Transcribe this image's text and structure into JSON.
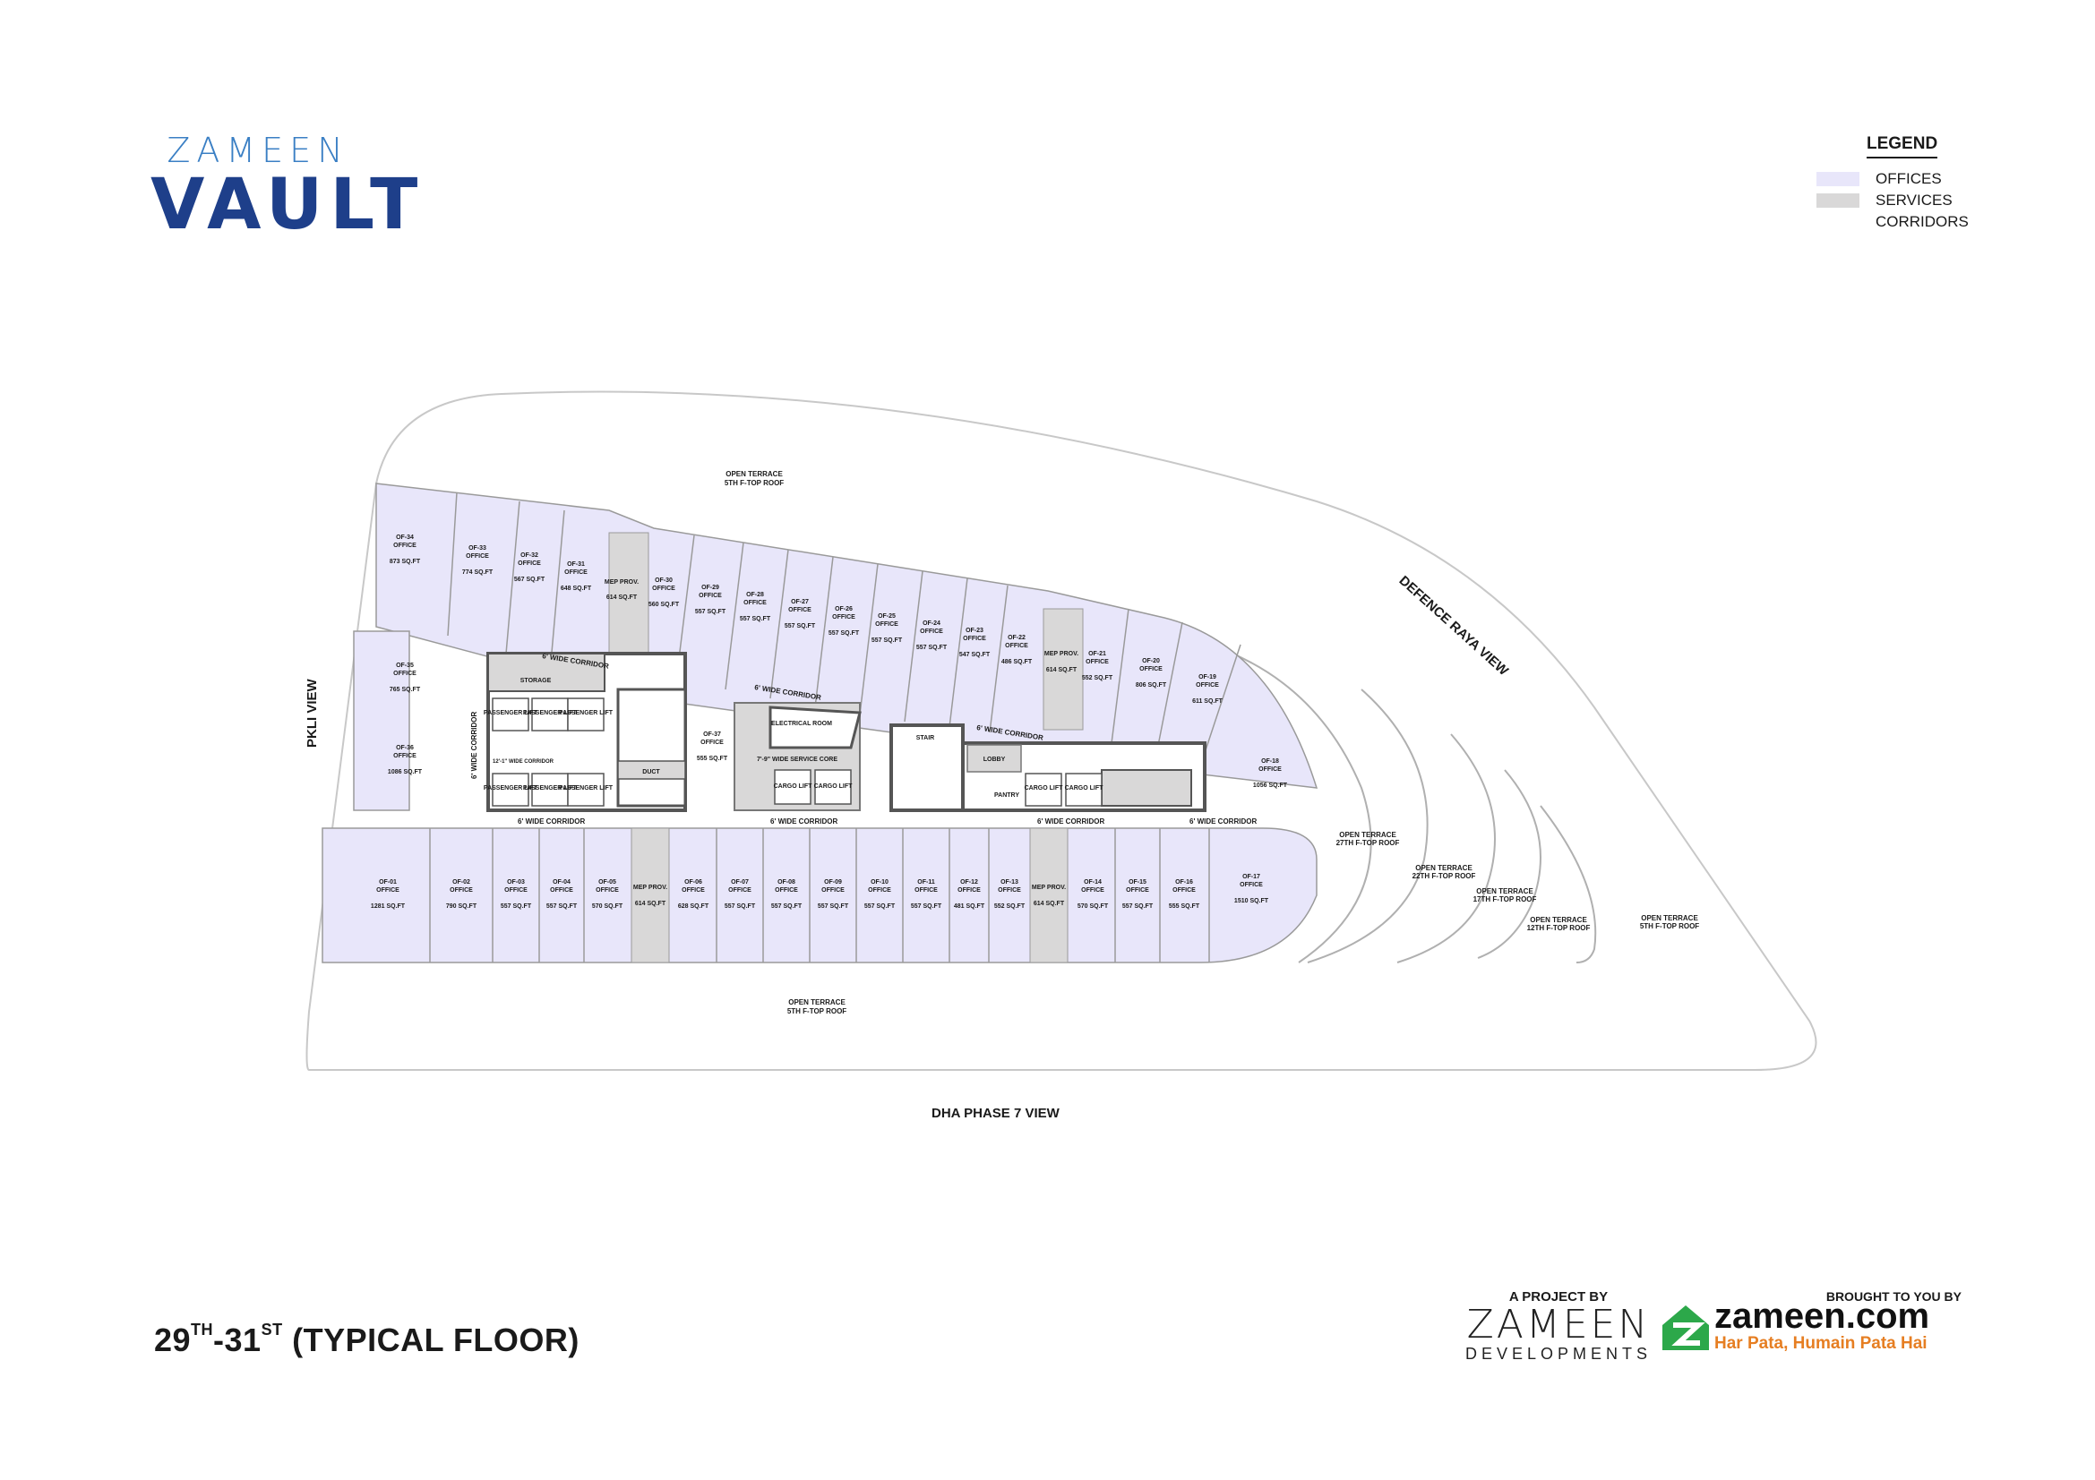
{
  "brand": {
    "logo_small": "ZAMEEN",
    "logo_big": "VAULT"
  },
  "legend": {
    "title": "LEGEND",
    "items": [
      {
        "label": "OFFICES",
        "color": "#e8e6fa"
      },
      {
        "label": "SERVICES",
        "color": "#d9d8d8"
      },
      {
        "label": "CORRIDORS",
        "color": "none"
      }
    ]
  },
  "views": {
    "north_east": "DEFENCE RAYA VIEW",
    "west": "PKLI VIEW",
    "south": "DHA PHASE 7 VIEW"
  },
  "floor_title": {
    "a": "29",
    "a_sup": "TH",
    "dash": "-31",
    "b_sup": "ST",
    "rest": " (TYPICAL FLOOR)"
  },
  "footer": {
    "project_label": "A PROJECT BY",
    "developer_main": "ZAMEEN",
    "developer_sub": "DEVELOPMENTS",
    "brought_label": "BROUGHT TO YOU BY",
    "portal_name": "zameen.com",
    "portal_tagline": "Har Pata, Humain Pata Hai"
  },
  "terraces": [
    {
      "title": "OPEN TERRACE",
      "sub": "5TH F-TOP ROOF"
    },
    {
      "title": "OPEN TERRACE",
      "sub": "5TH F-TOP ROOF"
    },
    {
      "title": "OPEN TERRACE",
      "sub": "27TH F-TOP ROOF"
    },
    {
      "title": "OPEN TERRACE",
      "sub": "22TH F-TOP ROOF"
    },
    {
      "title": "OPEN TERRACE",
      "sub": "17TH F-TOP ROOF"
    },
    {
      "title": "OPEN TERRACE",
      "sub": "12TH F-TOP ROOF"
    },
    {
      "title": "OPEN TERRACE",
      "sub": "5TH F-TOP ROOF"
    }
  ],
  "corridors": [
    "6' WIDE CORRIDOR",
    "6' WIDE CORRIDOR",
    "6' WIDE CORRIDOR",
    "6' WIDE CORRIDOR",
    "6' WIDE CORRIDOR",
    "6' WIDE CORRIDOR",
    "6' WIDE CORRIDOR",
    "6' WIDE CORRIDOR",
    "12'-1\" WIDE CORRIDOR"
  ],
  "core": {
    "storage": "STORAGE",
    "lift": "PASSENGER LIFT",
    "electrical": "ELECTRICAL ROOM",
    "service_core": "7'-9\" WIDE SERVICE CORE",
    "cargo": "CARGO LIFT",
    "duct": "DUCT",
    "stair": "STAIR",
    "lobby": "LOBBY",
    "pantry": "PANTRY"
  },
  "offices_top": [
    {
      "id": "OF-34",
      "label": "OFFICE",
      "area": "873 SQ.FT"
    },
    {
      "id": "OF-33",
      "label": "OFFICE",
      "area": "774 SQ.FT"
    },
    {
      "id": "OF-32",
      "label": "OFFICE",
      "area": "567 SQ.FT"
    },
    {
      "id": "OF-31",
      "label": "OFFICE",
      "area": "648 SQ.FT"
    },
    {
      "id": "MEP PROV.",
      "label": "",
      "area": "614 SQ.FT"
    },
    {
      "id": "OF-30",
      "label": "OFFICE",
      "area": "560 SQ.FT"
    },
    {
      "id": "OF-29",
      "label": "OFFICE",
      "area": "557 SQ.FT"
    },
    {
      "id": "OF-28",
      "label": "OFFICE",
      "area": "557 SQ.FT"
    },
    {
      "id": "OF-27",
      "label": "OFFICE",
      "area": "557 SQ.FT"
    },
    {
      "id": "OF-26",
      "label": "OFFICE",
      "area": "557 SQ.FT"
    },
    {
      "id": "OF-25",
      "label": "OFFICE",
      "area": "557 SQ.FT"
    },
    {
      "id": "OF-24",
      "label": "OFFICE",
      "area": "557 SQ.FT"
    },
    {
      "id": "OF-23",
      "label": "OFFICE",
      "area": "547 SQ.FT"
    },
    {
      "id": "OF-22",
      "label": "OFFICE",
      "area": "486 SQ.FT"
    },
    {
      "id": "MEP PROV.",
      "label": "",
      "area": "614 SQ.FT"
    },
    {
      "id": "OF-21",
      "label": "OFFICE",
      "area": "552 SQ.FT"
    },
    {
      "id": "OF-20",
      "label": "OFFICE",
      "area": "806 SQ.FT"
    },
    {
      "id": "OF-19",
      "label": "OFFICE",
      "area": "611 SQ.FT"
    }
  ],
  "offices_bottom": [
    {
      "id": "OF-01",
      "label": "OFFICE",
      "area": "1281 SQ.FT"
    },
    {
      "id": "OF-02",
      "label": "OFFICE",
      "area": "790 SQ.FT"
    },
    {
      "id": "OF-03",
      "label": "OFFICE",
      "area": "557 SQ.FT"
    },
    {
      "id": "OF-04",
      "label": "OFFICE",
      "area": "557 SQ.FT"
    },
    {
      "id": "OF-05",
      "label": "OFFICE",
      "area": "570 SQ.FT"
    },
    {
      "id": "MEP PROV.",
      "label": "",
      "area": "614 SQ.FT"
    },
    {
      "id": "OF-06",
      "label": "OFFICE",
      "area": "628 SQ.FT"
    },
    {
      "id": "OF-07",
      "label": "OFFICE",
      "area": "557 SQ.FT"
    },
    {
      "id": "OF-08",
      "label": "OFFICE",
      "area": "557 SQ.FT"
    },
    {
      "id": "OF-09",
      "label": "OFFICE",
      "area": "557 SQ.FT"
    },
    {
      "id": "OF-10",
      "label": "OFFICE",
      "area": "557 SQ.FT"
    },
    {
      "id": "OF-11",
      "label": "OFFICE",
      "area": "557 SQ.FT"
    },
    {
      "id": "OF-12",
      "label": "OFFICE",
      "area": "481 SQ.FT"
    },
    {
      "id": "OF-13",
      "label": "OFFICE",
      "area": "552 SQ.FT"
    },
    {
      "id": "MEP PROV.",
      "label": "",
      "area": "614 SQ.FT"
    },
    {
      "id": "OF-14",
      "label": "OFFICE",
      "area": "570 SQ.FT"
    },
    {
      "id": "OF-15",
      "label": "OFFICE",
      "area": "557 SQ.FT"
    },
    {
      "id": "OF-16",
      "label": "OFFICE",
      "area": "555 SQ.FT"
    }
  ],
  "offices_other": [
    {
      "id": "OF-35",
      "label": "OFFICE",
      "area": "765 SQ.FT"
    },
    {
      "id": "OF-36",
      "label": "OFFICE",
      "area": "1086 SQ.FT"
    },
    {
      "id": "OF-37",
      "label": "OFFICE",
      "area": "555 SQ.FT"
    },
    {
      "id": "OF-18",
      "label": "OFFICE",
      "area": "1056 SQ.FT"
    },
    {
      "id": "OF-17",
      "label": "OFFICE",
      "area": "1510 SQ.FT"
    }
  ]
}
